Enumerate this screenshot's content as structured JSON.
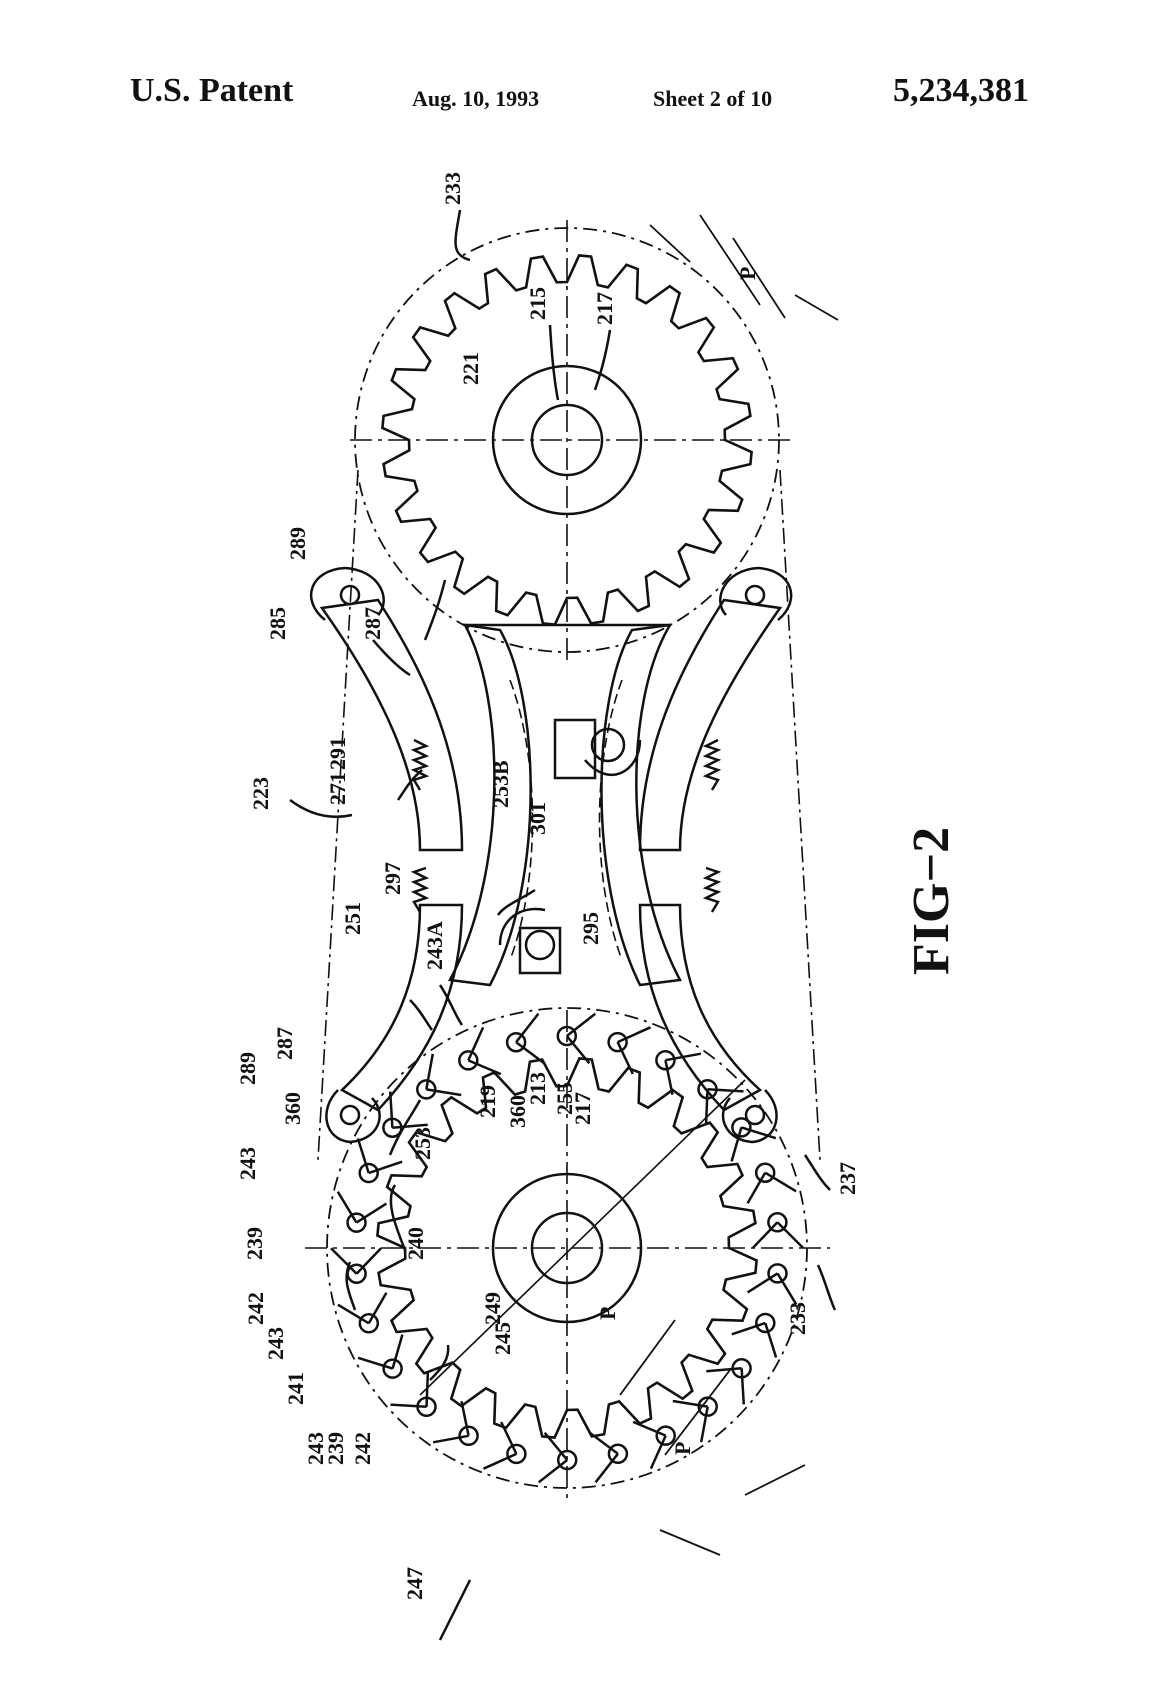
{
  "header": {
    "left": "U.S. Patent",
    "date": "Aug. 10, 1993",
    "sheet": "Sheet 2 of 10",
    "patent_number": "5,234,381"
  },
  "figure": {
    "caption": "FIG−2",
    "labels": [
      "233",
      "215",
      "217",
      "221",
      "P",
      "289",
      "287",
      "285",
      "291",
      "223",
      "271",
      "253B",
      "301",
      "297",
      "295",
      "251",
      "243A",
      "287",
      "289",
      "360",
      "219",
      "213",
      "255",
      "217",
      "360",
      "253",
      "243",
      "239",
      "240",
      "242",
      "243",
      "241",
      "249",
      "245",
      "243",
      "239",
      "242",
      "247",
      "P",
      "P",
      "237",
      "233"
    ]
  }
}
